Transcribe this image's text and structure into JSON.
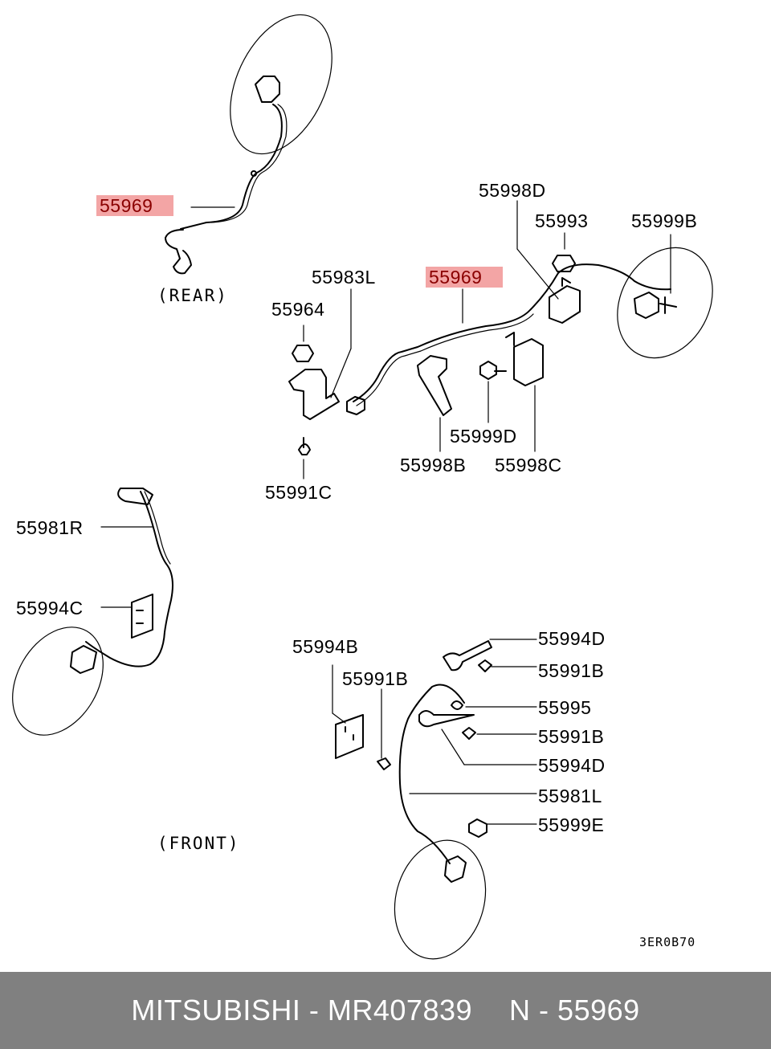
{
  "labels": {
    "rear_sensor": "55969",
    "rear_caption": "(REAR)",
    "harness_main": "55969",
    "bracket_l": "55983L",
    "nut_55964": "55964",
    "clip_55991c": "55991C",
    "clamp_55998d": "55998D",
    "nut_55993": "55993",
    "bolt_55999b": "55999B",
    "bolt_55999d": "55999D",
    "clamp_55998b": "55998B",
    "clamp_55998c": "55998C",
    "sensor_r": "55981R",
    "bracket_55994c": "55994C",
    "bracket_55994b": "55994B",
    "clip_55991b_1": "55991B",
    "bracket_55994d_1": "55994D",
    "clip_55991b_2": "55991B",
    "grommet_55995": "55995",
    "clip_55991b_3": "55991B",
    "bracket_55994d_2": "55994D",
    "sensor_l": "55981L",
    "bolt_55999e": "55999E",
    "front_caption": "(FRONT)",
    "diagram_code": "3ER0B70"
  },
  "footer": {
    "brand": "MITSUBISHI",
    "sep1": "-",
    "part_number": "MR407839",
    "position_prefix": "N",
    "sep2": "-",
    "position_number": "55969"
  },
  "colors": {
    "highlight": "#eb6e6e",
    "highlight_text": "#8a0000",
    "footer_bg": "#808080",
    "footer_text": "#ffffff",
    "line": "#000000"
  }
}
